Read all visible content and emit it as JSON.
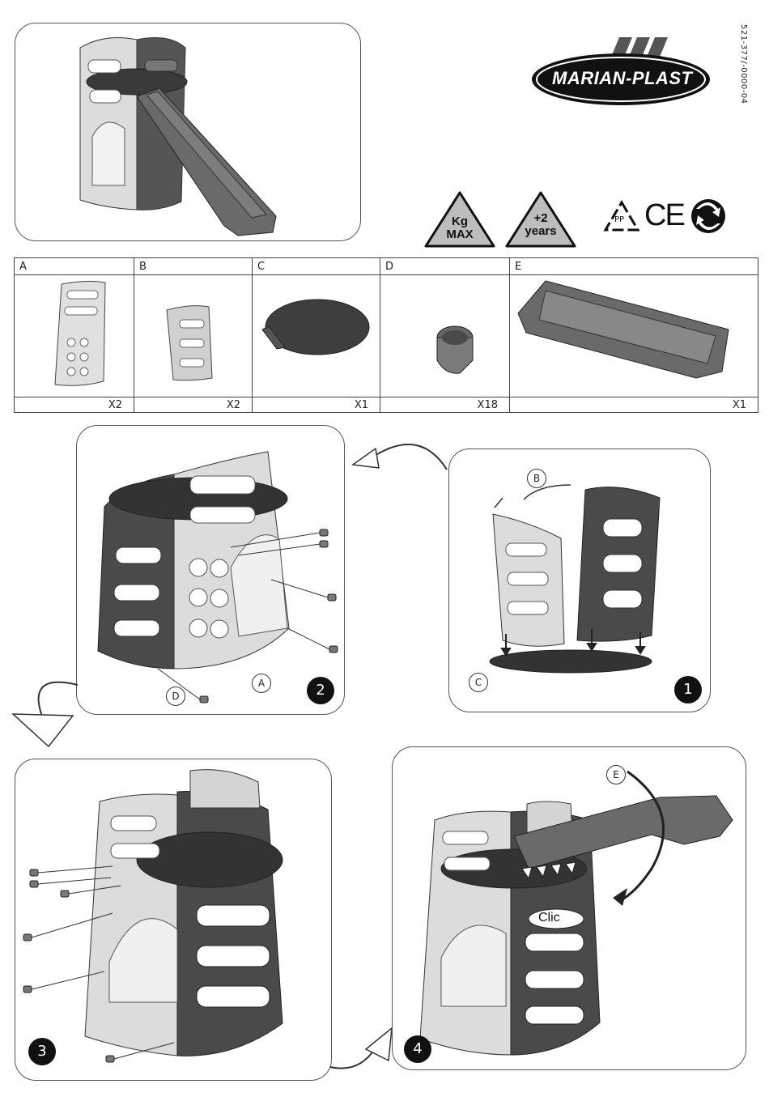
{
  "document_code": "521-377/-0000-04",
  "brand": {
    "name": "MARIAN-PLAST"
  },
  "badges": {
    "weight": {
      "line1": "Kg",
      "line2": "MAX"
    },
    "age": {
      "line1": "+2",
      "line2": "years"
    },
    "recycle_label": "PP",
    "ce_mark": "CE"
  },
  "parts": [
    {
      "letter": "A",
      "qty": "X2"
    },
    {
      "letter": "B",
      "qty": "X2"
    },
    {
      "letter": "C",
      "qty": "X1"
    },
    {
      "letter": "D",
      "qty": "X18"
    },
    {
      "letter": "E",
      "qty": "X1"
    }
  ],
  "steps": {
    "step1": {
      "number": "1",
      "callouts": [
        "B",
        "C"
      ]
    },
    "step2": {
      "number": "2",
      "callouts": [
        "A",
        "D"
      ]
    },
    "step3": {
      "number": "3"
    },
    "step4": {
      "number": "4",
      "callouts": [
        "E"
      ],
      "clic_text": "Clic"
    }
  },
  "colors": {
    "dark_part": "#4a4a4a",
    "light_part": "#d8d8d8",
    "outline": "#333333"
  }
}
